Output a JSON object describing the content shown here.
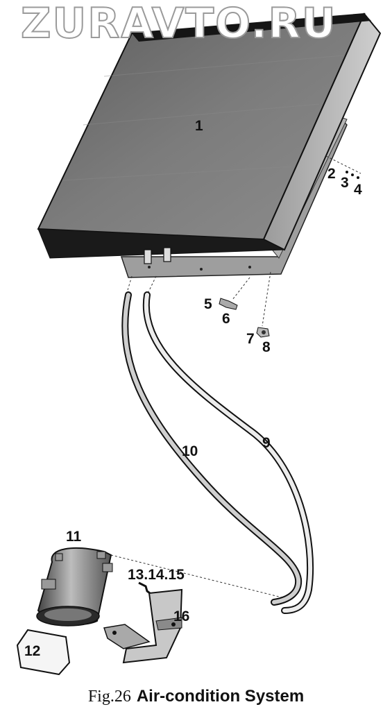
{
  "watermark": "ZURAVTO.RU",
  "caption": {
    "figure": "Fig.26",
    "title": "Air-condition System"
  },
  "callouts": {
    "c1": "1",
    "c2": "2",
    "c3": "3",
    "c4": "4",
    "c5": "5",
    "c6": "6",
    "c7": "7",
    "c8": "8",
    "c9": "9",
    "c10": "10",
    "c11": "11",
    "c12": "12",
    "c13_15": "13.14.15",
    "c16": "16"
  },
  "colors": {
    "ink": "#111111",
    "panel_dark": "#6a6a6a",
    "panel_light": "#bdbdbd"
  }
}
